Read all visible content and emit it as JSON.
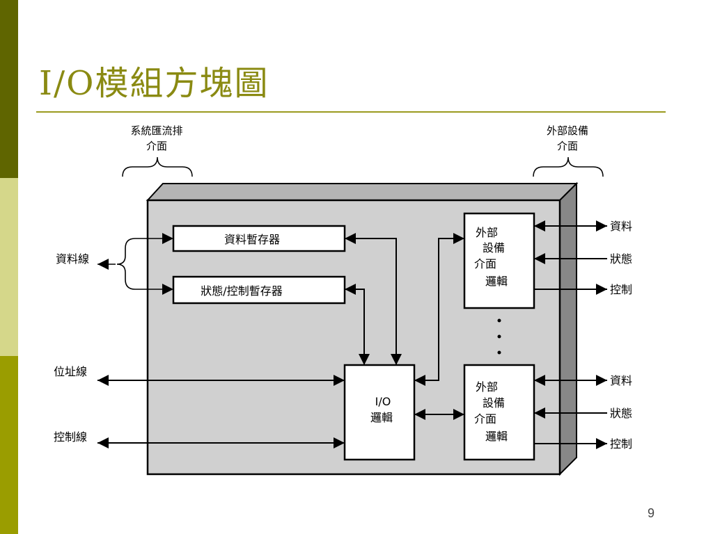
{
  "slide": {
    "title": "I/O模組方塊圖",
    "page_number": "9"
  },
  "diagram": {
    "interface_labels": {
      "system_bus": [
        "系統匯流排",
        "介面"
      ],
      "external_device": [
        "外部設備",
        "介面"
      ]
    },
    "registers": {
      "data": "資料暫存器",
      "status_control": "狀態/控制暫存器"
    },
    "io_logic": [
      "I/O",
      "邏輯"
    ],
    "external_logic": [
      "外部",
      "設備",
      "介面",
      "邏輯"
    ],
    "bus_lines": {
      "data": "資料線",
      "address": "位址線",
      "control": "控制線"
    },
    "external_signals": [
      "資料",
      "狀態",
      "控制"
    ],
    "ellipsis": "⋮"
  },
  "colors": {
    "sidebar": [
      "#5f6500",
      "#d5d78a",
      "#9a9d00"
    ],
    "title": "#8a8a12",
    "module_face": "#d0d0d0",
    "module_side": "#888888",
    "module_top": "#b4b4b4"
  }
}
